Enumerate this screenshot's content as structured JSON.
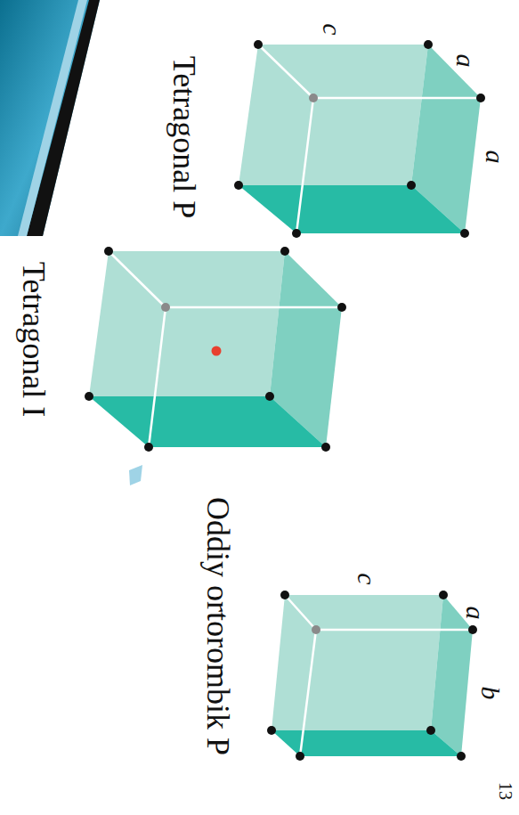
{
  "diagram": {
    "labels": [
      "c",
      "a",
      "a",
      "Tetragonal P",
      "Tetragonal I",
      "c",
      "a",
      "b",
      "Oddiy ortorombik P",
      "13"
    ]
  }
}
